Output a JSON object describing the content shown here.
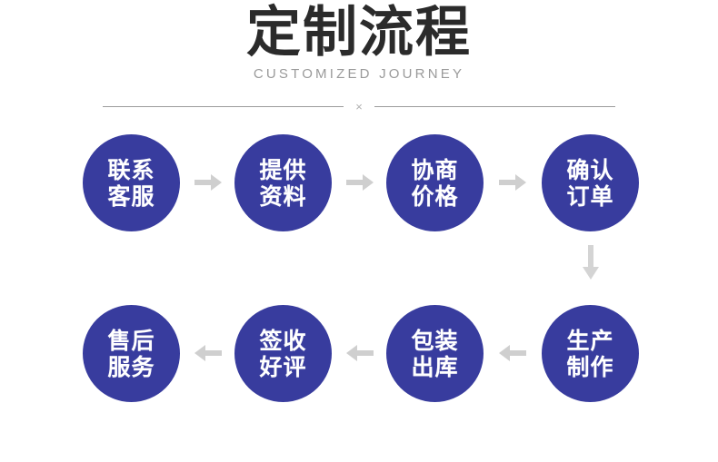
{
  "header": {
    "title": "定制流程",
    "subtitle": "CUSTOMIZED JOURNEY",
    "divider_mark": "×"
  },
  "colors": {
    "node_fill": "#383c9e",
    "node_text": "#ffffff",
    "title_text": "#2b2b2b",
    "subtitle_text": "#9a9a9a",
    "arrow": "#cfcfcf",
    "divider": "#9b9b9b",
    "background": "#ffffff"
  },
  "flow": {
    "rows": [
      {
        "direction": "right",
        "nodes": [
          {
            "line1": "联系",
            "line2": "客服"
          },
          {
            "line1": "提供",
            "line2": "资料"
          },
          {
            "line1": "协商",
            "line2": "价格"
          },
          {
            "line1": "确认",
            "line2": "订单"
          }
        ]
      },
      {
        "direction": "left",
        "nodes": [
          {
            "line1": "售后",
            "line2": "服务"
          },
          {
            "line1": "签收",
            "line2": "好评"
          },
          {
            "line1": "包装",
            "line2": "出库"
          },
          {
            "line1": "生产",
            "line2": "制作"
          }
        ]
      }
    ],
    "connector_down": "arrow-down"
  }
}
